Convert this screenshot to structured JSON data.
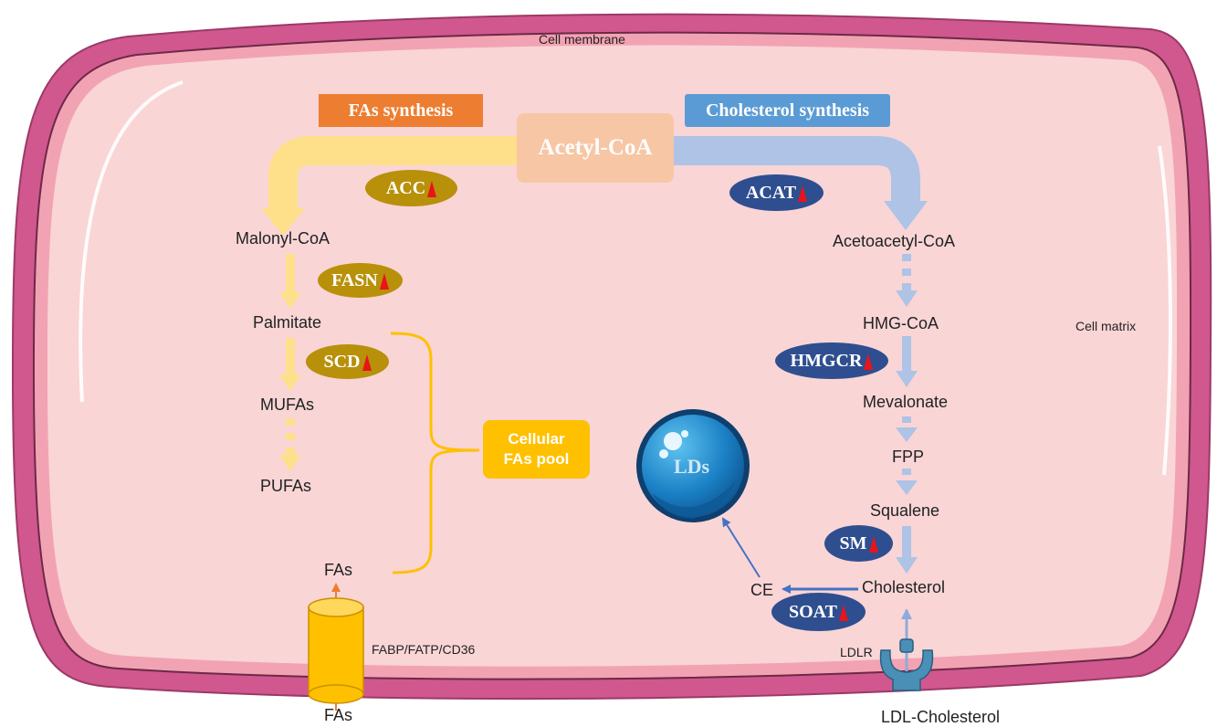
{
  "labels": {
    "membrane": "Cell membrane",
    "matrix": "Cell matrix",
    "fas_synthesis": "FAs synthesis",
    "chol_synthesis": "Cholesterol synthesis",
    "acetyl_coa": "Acetyl-CoA",
    "cellular_pool": "Cellular FAs pool",
    "lds": "LDs",
    "transporter": "FABP/FATP/CD36",
    "ldlr": "LDLR"
  },
  "metabolites": {
    "malonyl": "Malonyl-CoA",
    "palmitate": "Palmitate",
    "mufas": "MUFAs",
    "pufas": "PUFAs",
    "fas_in": "FAs",
    "fas_out": "FAs",
    "acetoacetyl": "Acetoacetyl-CoA",
    "hmg": "HMG-CoA",
    "mevalonate": "Mevalonate",
    "fpp": "FPP",
    "squalene": "Squalene",
    "cholesterol": "Cholesterol",
    "ce": "CE",
    "ldl": "LDL-Cholesterol"
  },
  "enzymes": {
    "acc": "ACC",
    "fasn": "FASN",
    "scd": "SCD",
    "acat": "ACAT",
    "hmgcr": "HMGCR",
    "sm": "SM",
    "soat": "SOAT"
  },
  "colors": {
    "membrane_outer": "#d1578f",
    "cytoplasm": "#f9d5d6",
    "fa_path": "#ffe08a",
    "chol_path": "#aec3e6",
    "fa_tag": "#ed7d31",
    "chol_tag": "#5b9bd5",
    "acetyl_box": "#f7c6a5",
    "gold_enzyme": "#b8900a",
    "blue_enzyme": "#2f4e8f",
    "up_arrow": "#e8141a",
    "pool": "#ffc000",
    "lipid_droplet": "#1a7fc4"
  }
}
